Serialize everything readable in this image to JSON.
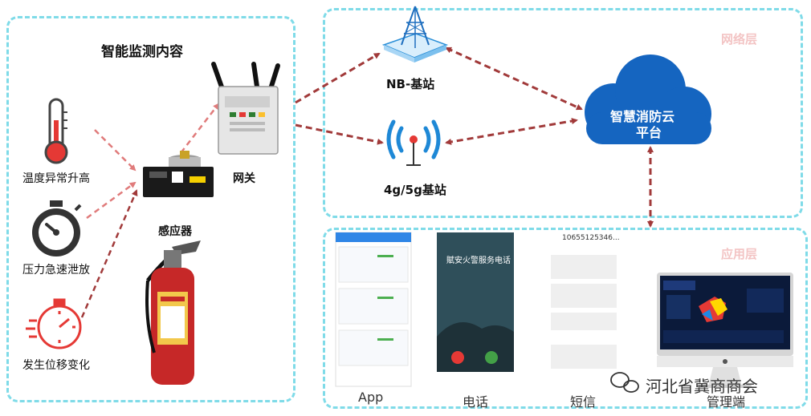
{
  "monitor_panel": {
    "title": "智能监测内容",
    "items": [
      {
        "label": "温度异常升高",
        "icon": "thermometer-icon"
      },
      {
        "label": "压力急速泄放",
        "icon": "stopwatch-icon"
      },
      {
        "label": "发生位移变化",
        "icon": "timer-icon"
      }
    ],
    "sensor_label": "感应器",
    "gateway_label": "网关"
  },
  "network_panel": {
    "layer_label": "网络层",
    "nb_station_label": "NB-基站",
    "g_station_label": "4g/5g基站",
    "cloud_label_line1": "智慧消防云",
    "cloud_label_line2": "平台"
  },
  "app_panel": {
    "layer_label": "应用层",
    "call_title": "賦安火警服务电话",
    "sms_number": "10655125346...",
    "captions": [
      "App",
      "电话",
      "短信",
      "管理端"
    ],
    "watermark": "河北省冀商商会"
  },
  "colors": {
    "panel_border": "#7fdbe8",
    "arrow": "#a13a3a",
    "cloud": "#1565c0",
    "layer_label": "#f3c4c4"
  }
}
